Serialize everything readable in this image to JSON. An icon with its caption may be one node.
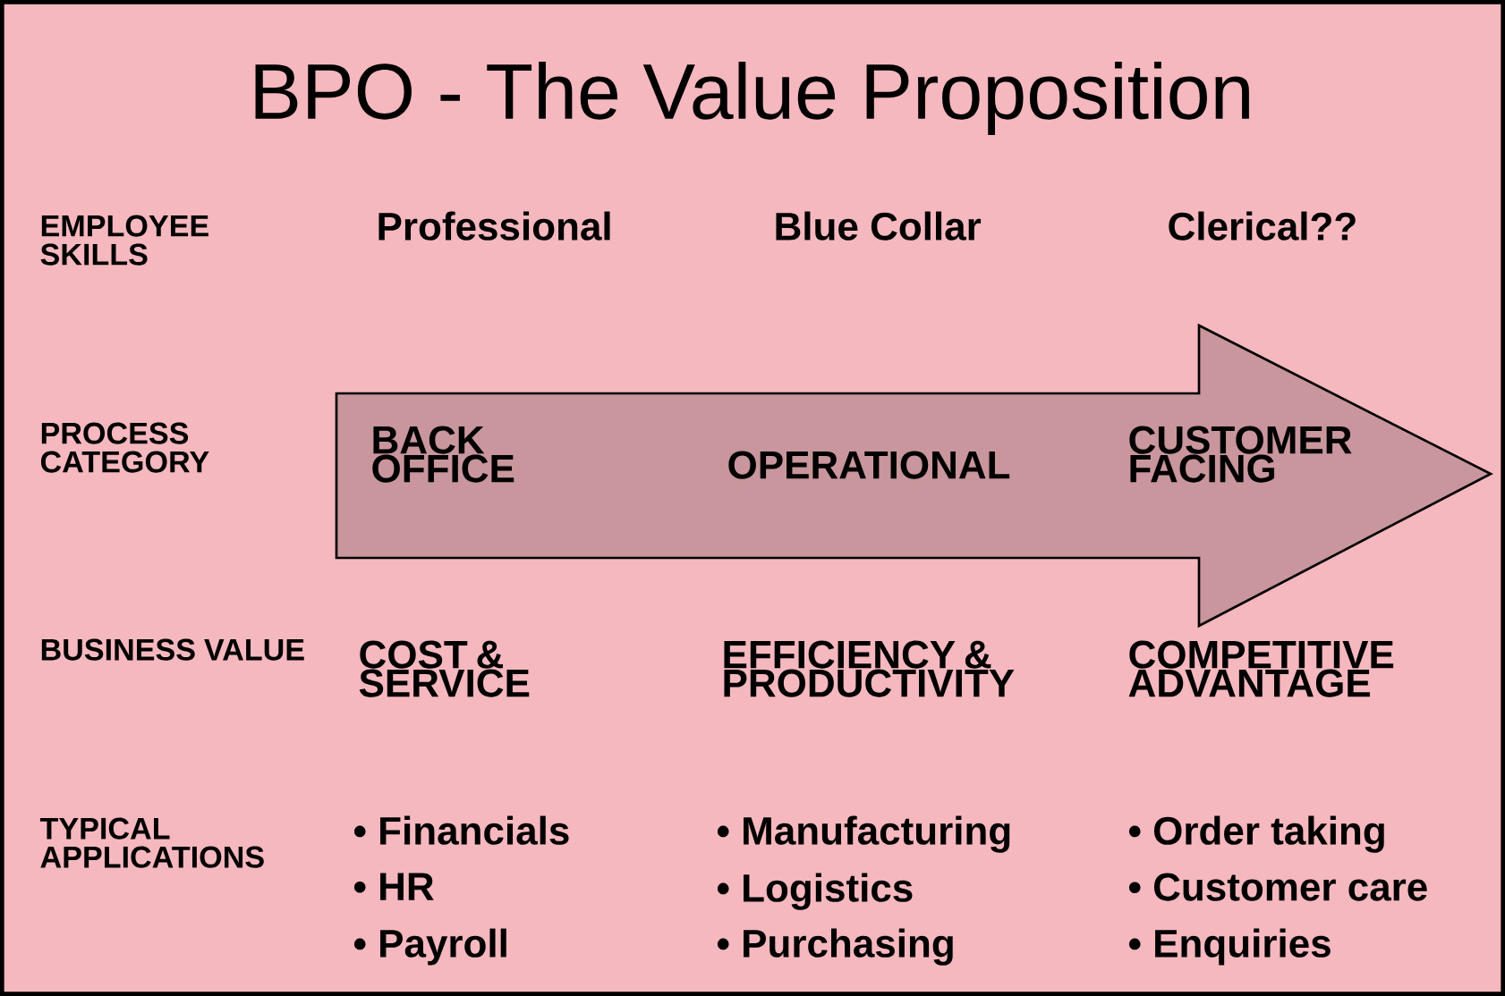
{
  "diagram": {
    "title": "BPO - The Value Proposition",
    "nodes": [
      {
        "text": [
          "BACK OFFICE",
          "OPERATIONAL",
          "CUSTOMER FACING"
        ]
      }
    ],
    "labels": [
      "EMPLOYEE SKILLS",
      "Professional",
      "Blue Collar",
      "Clerical??",
      "PROCESS CATEGORY",
      "BUSINESS VALUE",
      "COST & SERVICE",
      "EFFICIENCY & PRODUCTIVITY",
      "COMPETITIVE ADVANTAGE",
      "TYPICAL APPLICATIONS",
      "• Financials",
      "• Manufacturing",
      "• Order taking",
      "• HR",
      "• Logistics",
      "• Customer care",
      "• Payroll",
      "• Purchasing",
      "• Enquiries"
    ]
  }
}
